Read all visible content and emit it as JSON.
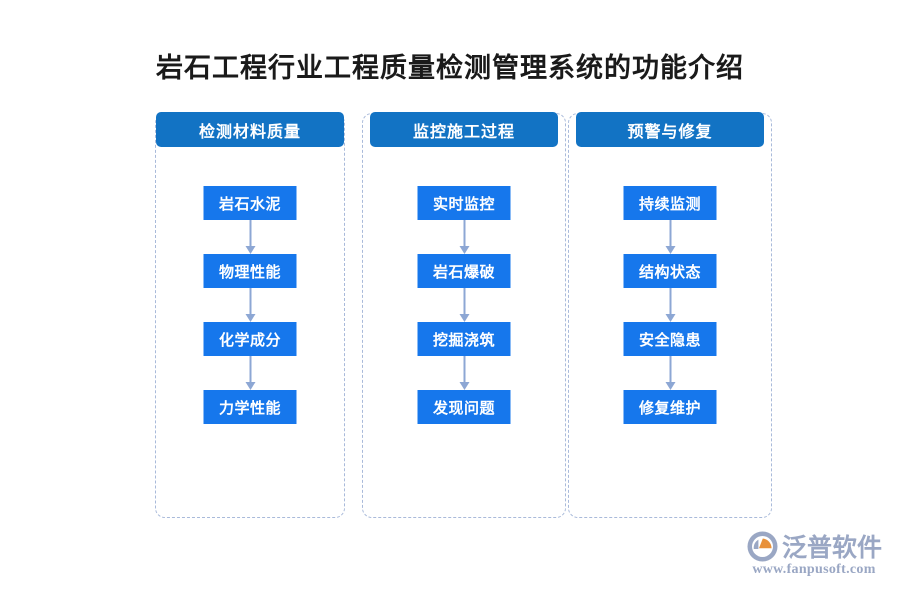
{
  "page": {
    "title": "岩石工程行业工程质量检测管理系统的功能介绍",
    "background_color": "#ffffff"
  },
  "theme": {
    "header_blue": "#1273c4",
    "node_blue": "#1677ec",
    "arrow_color": "#8da7d4",
    "dashed_border_color": "#a9bada",
    "title_color": "#1a1a1a",
    "watermark_color": "#9aa7c4",
    "watermark_accent": "#e8913a"
  },
  "columns": [
    {
      "header": "检测材料质量",
      "nodes": [
        {
          "label": "岩石水泥"
        },
        {
          "label": "物理性能"
        },
        {
          "label": "化学成分"
        },
        {
          "label": "力学性能"
        }
      ]
    },
    {
      "header": "监控施工过程",
      "nodes": [
        {
          "label": "实时监控"
        },
        {
          "label": "岩石爆破"
        },
        {
          "label": "挖掘浇筑"
        },
        {
          "label": "发现问题"
        }
      ]
    },
    {
      "header": "预警与修复",
      "nodes": [
        {
          "label": "持续监测"
        },
        {
          "label": "结构状态"
        },
        {
          "label": "安全隐患"
        },
        {
          "label": "修复维护"
        }
      ]
    }
  ],
  "watermark": {
    "brand": "泛普软件",
    "url": "www.fanpusoft.com"
  }
}
